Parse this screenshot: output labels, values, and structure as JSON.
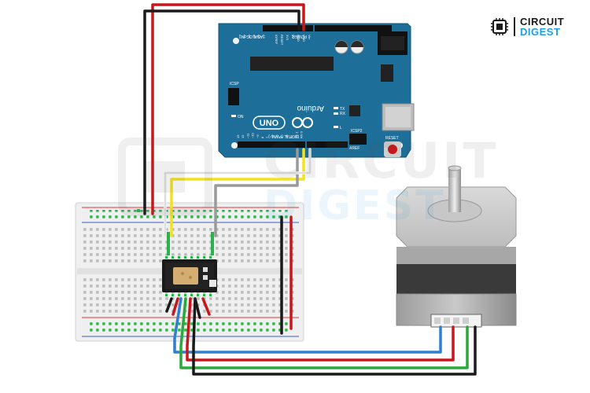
{
  "logo": {
    "line1": "CIRCUIT",
    "line2": "DIGEST"
  },
  "watermark": {
    "line1": "CIRCUIT",
    "line2": "DIGEST"
  },
  "board": {
    "name": "UNO",
    "brand": "Arduino",
    "power_label": "POWER",
    "analog_label": "ANALOG IN",
    "digital_label": "DIGITAL (PWM~)",
    "icsp_label": "ICSP",
    "icsp2_label": "ICSP2",
    "reset_label": "RESET",
    "on_label": "ON",
    "tx_label": "TX",
    "rx_label": "RX",
    "l_label": "L",
    "aref_label": "AREF",
    "power_pins": [
      "IOREF",
      "RESET",
      "3V3",
      "5V",
      "GND",
      "GND",
      "Vin"
    ],
    "analog_pins": [
      "A0",
      "A1",
      "A2",
      "A3",
      "A4",
      "A5"
    ],
    "digital_pins": [
      "13",
      "12",
      "~11",
      "~10",
      "~9",
      "8",
      "7",
      "~6",
      "~5",
      "4",
      "~3",
      "2",
      "TX 1",
      "RX 0"
    ]
  },
  "colors": {
    "board": "#1d6f9a",
    "wire_red": "#c8171c",
    "wire_black": "#1a1a1a",
    "wire_yellow": "#f4e31c",
    "wire_gray": "#9a9a9a",
    "wire_white": "#f2f2f2",
    "wire_blue": "#2d7fd0",
    "wire_green": "#2aa83c"
  }
}
